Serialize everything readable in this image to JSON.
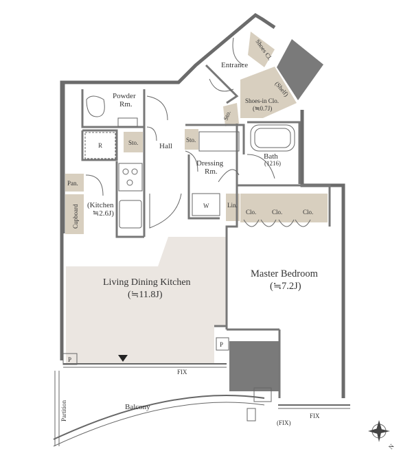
{
  "labels": {
    "powder_room": "Powder",
    "powder_room_2": "Rm.",
    "entrance": "Entrance",
    "shoes_cl": "Shoes Cl.",
    "shelf": "(Shelf)",
    "shoes_in_cl": "Shoes-in Clo.",
    "shoes_in_cl_size": "(≒0.7J)",
    "sto_small": "Sto.",
    "sto_hall": "Sto.",
    "sto_right": "Sto.",
    "hall": "Hall",
    "refrigerator": "R",
    "dressing": "Dressing",
    "dressing_2": "Rm.",
    "bath": "Bath",
    "bath_size": "(1216)",
    "pantry": "Pan.",
    "cupboard": "Cupboard",
    "kitchen": "(Kitchen",
    "kitchen_size": "≒2.6J)",
    "washer": "W",
    "linen": "Lin.",
    "clo1": "Clo.",
    "clo2": "Clo.",
    "clo3": "Clo.",
    "ldk": "Living Dining Kitchen",
    "ldk_size": "(≒11.8J)",
    "master": "Master Bedroom",
    "master_size": "(≒7.2J)",
    "p1": "P",
    "p2": "P",
    "fix1": "FIX",
    "fix2": "FIX",
    "fix_paren": "(FIX)",
    "balcony": "Balcony",
    "partition": "Partition",
    "compass_n": "N"
  },
  "colors": {
    "wall": "#6b6b6b",
    "storage_fill": "#d8cfbf",
    "ldk_fill": "#ebe6e1",
    "column_fill": "#7a7a7a",
    "line": "#555555"
  }
}
